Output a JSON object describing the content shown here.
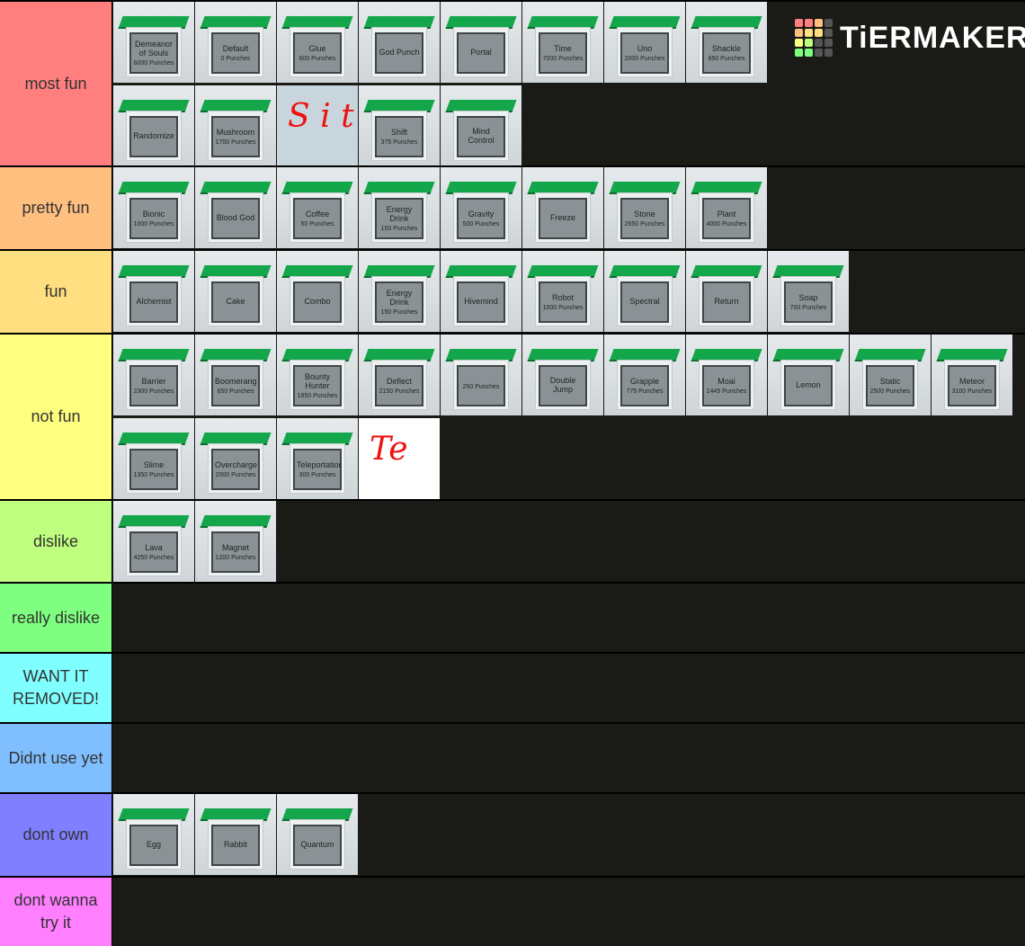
{
  "brand": "TiERMAKER",
  "tiers": [
    {
      "label": "most fun",
      "color": "#ff7f7f",
      "items": [
        {
          "name": "Demeanor of Souls",
          "price": "6000 Punches"
        },
        {
          "name": "Default",
          "price": "0 Punches"
        },
        {
          "name": "Glue",
          "price": "600 Punches"
        },
        {
          "name": "God Punch",
          "price": ""
        },
        {
          "name": "Portal",
          "price": ""
        },
        {
          "name": "Time",
          "price": "7000 Punches"
        },
        {
          "name": "Uno",
          "price": "2000 Punches"
        },
        {
          "name": "Shackle",
          "price": "850 Punches"
        },
        {
          "name": "Randomize",
          "price": ""
        },
        {
          "name": "Mushroom",
          "price": "1700 Punches"
        },
        {
          "name": "",
          "price": "",
          "drawn": "S i t"
        },
        {
          "name": "Shift",
          "price": "375 Punches"
        },
        {
          "name": "Mind Control",
          "price": ""
        }
      ]
    },
    {
      "label": "pretty fun",
      "color": "#ffbf7f",
      "items": [
        {
          "name": "Bionic",
          "price": "1000 Punches"
        },
        {
          "name": "Blood God",
          "price": ""
        },
        {
          "name": "Coffee",
          "price": "50 Punches"
        },
        {
          "name": "Energy Drink",
          "price": "150 Punches"
        },
        {
          "name": "Gravity",
          "price": "500 Punches"
        },
        {
          "name": "Freeze",
          "price": ""
        },
        {
          "name": "Stone",
          "price": "2650 Punches"
        },
        {
          "name": "Plant",
          "price": "4000 Punches"
        }
      ]
    },
    {
      "label": "fun",
      "color": "#ffdf7f",
      "items": [
        {
          "name": "Alchemist",
          "price": ""
        },
        {
          "name": "Cake",
          "price": ""
        },
        {
          "name": "Combo",
          "price": ""
        },
        {
          "name": "Energy Drink",
          "price": "150 Punches"
        },
        {
          "name": "Hivemind",
          "price": ""
        },
        {
          "name": "Robot",
          "price": "1000 Punches"
        },
        {
          "name": "Spectral",
          "price": ""
        },
        {
          "name": "Return",
          "price": ""
        },
        {
          "name": "Soap",
          "price": "700 Punches"
        }
      ]
    },
    {
      "label": "not fun",
      "color": "#ffff7f",
      "items": [
        {
          "name": "Barrier",
          "price": "2300 Punches"
        },
        {
          "name": "Boomerang",
          "price": "650 Punches"
        },
        {
          "name": "Bounty Hunter",
          "price": "1850 Punches"
        },
        {
          "name": "Deflect",
          "price": "2150 Punches"
        },
        {
          "name": "",
          "price": "250 Punches"
        },
        {
          "name": "Double Jump",
          "price": ""
        },
        {
          "name": "Grapple",
          "price": "775 Punches"
        },
        {
          "name": "Moai",
          "price": "1449 Punches"
        },
        {
          "name": "Lemon",
          "price": ""
        },
        {
          "name": "Static",
          "price": "2500 Punches"
        },
        {
          "name": "Meteor",
          "price": "3100 Punches"
        },
        {
          "name": "Slime",
          "price": "1350 Punches"
        },
        {
          "name": "Overcharge",
          "price": "2000 Punches"
        },
        {
          "name": "Teleportation",
          "price": "300 Punches"
        },
        {
          "name": "",
          "price": "",
          "drawn": "Te",
          "white": true
        }
      ]
    },
    {
      "label": "dislike",
      "color": "#bfff7f",
      "items": [
        {
          "name": "Lava",
          "price": "4250 Punches"
        },
        {
          "name": "Magnet",
          "price": "1200 Punches"
        }
      ]
    },
    {
      "label": "really dislike",
      "color": "#7fff7f",
      "items": []
    },
    {
      "label": "WANT IT REMOVED!",
      "color": "#7fffff",
      "items": []
    },
    {
      "label": "Didnt use yet",
      "color": "#7fbfff",
      "items": []
    },
    {
      "label": "dont own",
      "color": "#7f7fff",
      "items": [
        {
          "name": "Egg",
          "price": ""
        },
        {
          "name": "Rabbit",
          "price": ""
        },
        {
          "name": "Quantum",
          "price": ""
        }
      ]
    },
    {
      "label": "dont wanna try it",
      "color": "#ff7fff",
      "items": []
    }
  ]
}
